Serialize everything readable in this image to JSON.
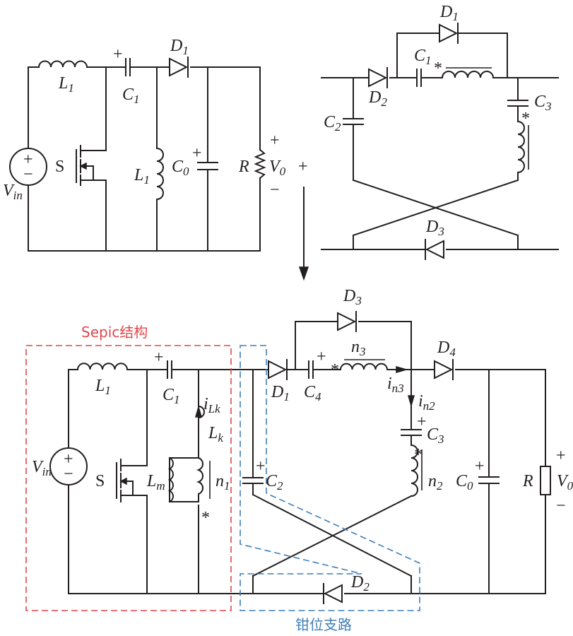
{
  "labels": {
    "l1": "L",
    "l1_sub": "1",
    "c1": "C",
    "c1_sub": "1",
    "d1": "D",
    "d1_sub": "1",
    "s": "S",
    "lmid": "L",
    "lmid_sub": "1",
    "c0": "C",
    "c0_sub": "0",
    "r": "R",
    "v0": "V",
    "v0_sub": "0",
    "vin": "V",
    "vin_sub": "in",
    "d2": "D",
    "d2_sub": "2",
    "c2": "C",
    "c2_sub": "2",
    "c3": "C",
    "c3_sub": "3",
    "d3": "D",
    "d3_sub": "3",
    "d4": "D",
    "d4_sub": "4",
    "c4": "C",
    "c4_sub": "4",
    "lk": "L",
    "lk_sub": "k",
    "lm": "L",
    "lm_sub": "m",
    "n1": "n",
    "n1_sub": "1",
    "n2": "n",
    "n2_sub": "2",
    "n3": "n",
    "n3_sub": "3",
    "ilk": "i",
    "ilk_sub": "Lk",
    "in3": "i",
    "in3_sub": "n3",
    "in2": "i",
    "in2_sub": "n2",
    "plus": "+",
    "minus": "−",
    "star": "*"
  },
  "regions": {
    "sepic": "Sepic结构",
    "clamp": "钳位支路"
  },
  "colors": {
    "wire": "#231f20",
    "sepic_box": "#e0474b",
    "clamp_box": "#3f7fb8"
  }
}
